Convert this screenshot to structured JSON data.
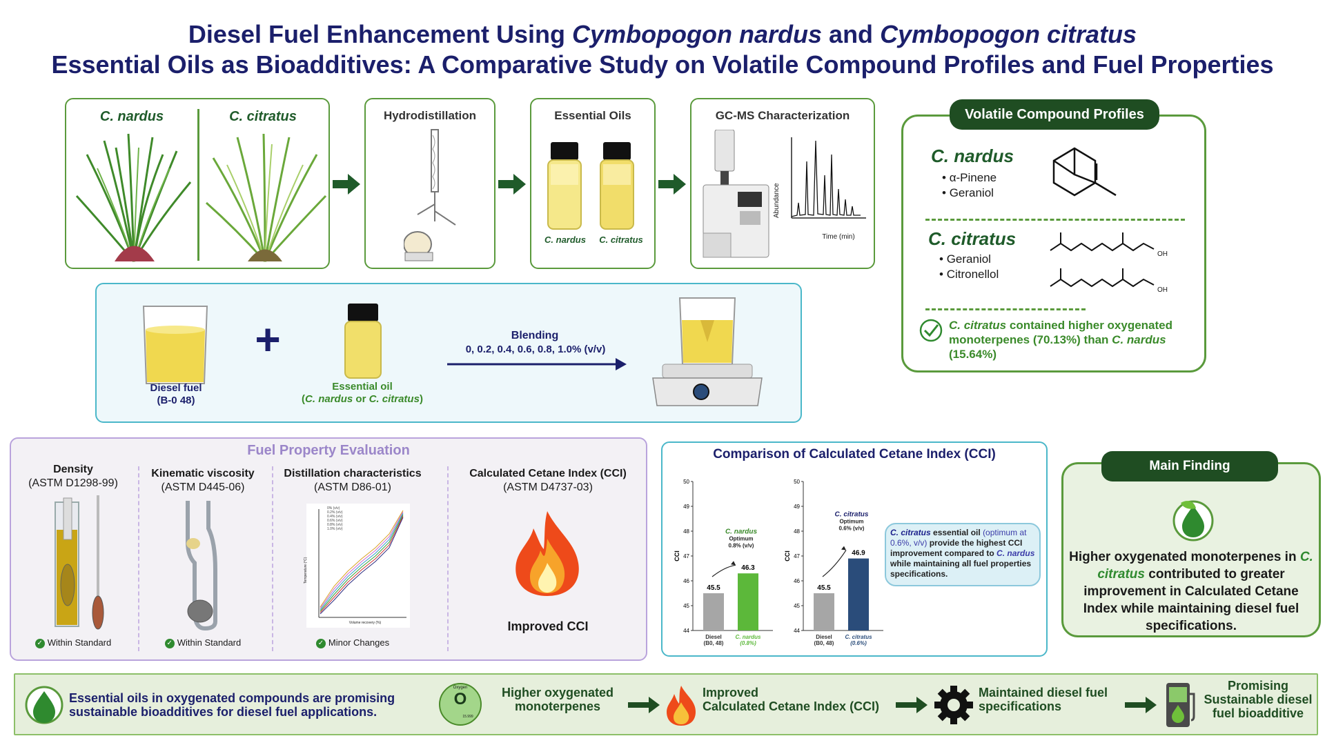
{
  "title": {
    "line1_a": "Diesel Fuel Enhancement Using ",
    "line1_b": "Cymbopogon nardus",
    "line1_c": " and ",
    "line1_d": "Cymbopogon citratus",
    "line2": "Essential Oils as Bioadditives: A Comparative Study on Volatile Compound Profiles and Fuel Properties"
  },
  "plants": {
    "left": "C. nardus",
    "right": "C. citratus"
  },
  "steps": {
    "hydro": "Hydrodistillation",
    "oils": "Essential Oils",
    "oils_left": "C. nardus",
    "oils_right": "C. citratus",
    "gcms": "GC-MS Characterization",
    "gcms_y": "Abundance",
    "gcms_x": "Time (min)"
  },
  "blending": {
    "diesel": "Diesel fuel",
    "diesel_sub": "(B-0 48)",
    "oil": "Essential oil",
    "oil_sub_a": "(",
    "oil_sub_b": "C. nardus",
    "oil_sub_c": " or ",
    "oil_sub_d": "C. citratus",
    "oil_sub_e": ")",
    "label": "Blending",
    "ratios": "0, 0.2, 0.4, 0.6, 0.8, 1.0% (v/v)"
  },
  "volatile": {
    "header": "Volatile Compound Profiles",
    "nardus": "C. nardus",
    "nardus_items": [
      "α-Pinene",
      "Geraniol"
    ],
    "citratus": "C. citratus",
    "citratus_items": [
      "Geraniol",
      "Citronellol"
    ],
    "oh1": "OH",
    "oh2": "OH",
    "finding_a": "C. citratus",
    "finding_b": " contained higher oxygenated monoterpenes (70.13%) than ",
    "finding_c": "C. nardus",
    "finding_d": " (15.64%)"
  },
  "fuel_eval": {
    "header": "Fuel Property Evaluation",
    "items": [
      {
        "name": "Density",
        "std": "(ASTM D1298-99)",
        "result": "Within Standard"
      },
      {
        "name": "Kinematic viscosity",
        "std": "(ASTM D445-06)",
        "result": "Within Standard"
      },
      {
        "name": "Distillation characteristics",
        "std": "(ASTM D86-01)",
        "result": "Minor Changes"
      },
      {
        "name": "Calculated Cetane Index (CCI)",
        "std": "(ASTM D4737-03)",
        "result": "Improved CCI"
      }
    ],
    "distil_x": "Volume recovery (%)",
    "distil_y": "Temperature (°C)",
    "distil_legend": [
      "0% (v/v)",
      "0.2% (v/v)",
      "0.4% (v/v)",
      "0.6% (v/v)",
      "0.8% (v/v)",
      "1.0% (v/v)"
    ]
  },
  "chart_data": [
    {
      "type": "bar",
      "title": "Comparison of Calculated Cetane Index (CCI)",
      "ylabel": "CCI",
      "ylim": [
        44,
        50
      ],
      "yticks": [
        "44",
        "45",
        "46",
        "47",
        "48",
        "49",
        "50"
      ],
      "annotation": [
        "C. nardus",
        "Optimum",
        "0.8% (v/v)"
      ],
      "categories": [
        [
          "Diesel",
          "(B0, 48)"
        ],
        [
          "C. nardus",
          "(0.8%)"
        ]
      ],
      "values": [
        45.5,
        46.3
      ],
      "labels": [
        "45.5",
        "46.3"
      ],
      "colors": [
        "#a6a6a6",
        "#5cb83a"
      ]
    },
    {
      "type": "bar",
      "ylabel": "CCI",
      "ylim": [
        44,
        50
      ],
      "yticks": [
        "44",
        "45",
        "46",
        "47",
        "48",
        "49",
        "50"
      ],
      "annotation": [
        "C. citratus",
        "Optimum",
        "0.6% (v/v)"
      ],
      "categories": [
        [
          "Diesel",
          "(B0, 48)"
        ],
        [
          "C. citratus",
          "(0.6%)"
        ]
      ],
      "values": [
        45.5,
        46.9
      ],
      "labels": [
        "45.5",
        "46.9"
      ],
      "colors": [
        "#a6a6a6",
        "#2a4c7a"
      ]
    }
  ],
  "cci_note": {
    "a": "C. citratus",
    "b": " essential oil ",
    "c": "(optimum at 0.6%, v/v)",
    "d": " provide the highest CCI improvement compared to ",
    "e": "C. nardus",
    "f": " while maintaining all fuel properties specifications."
  },
  "main_finding": {
    "header": "Main Finding",
    "text_a": "Higher oxygenated monoterpenes in ",
    "text_b": "C. citratus",
    "text_c": " contributed to greater improvement in Calculated Cetane Index while maintaining diesel fuel specifications."
  },
  "bottom": {
    "conclusion": "Essential oils in oxygenated compounds are promising sustainable bioadditives for diesel fuel applications.",
    "oxygen_letter": "O",
    "oxygen_name": "Oxygen",
    "oxygen_mass": "15.999",
    "s1": "Higher oxygenated monoterpenes",
    "s2a": "Improved",
    "s2b": "Calculated Cetane Index (CCI)",
    "s3": "Maintained diesel fuel specifications",
    "s4": "Promising Sustainable diesel fuel bioadditive"
  },
  "colors": {
    "title": "#1b1f6b",
    "green_dark": "#1f4d22",
    "green": "#5a9a3c",
    "teal": "#4ab7c9",
    "purple": "#b9a3dc"
  }
}
